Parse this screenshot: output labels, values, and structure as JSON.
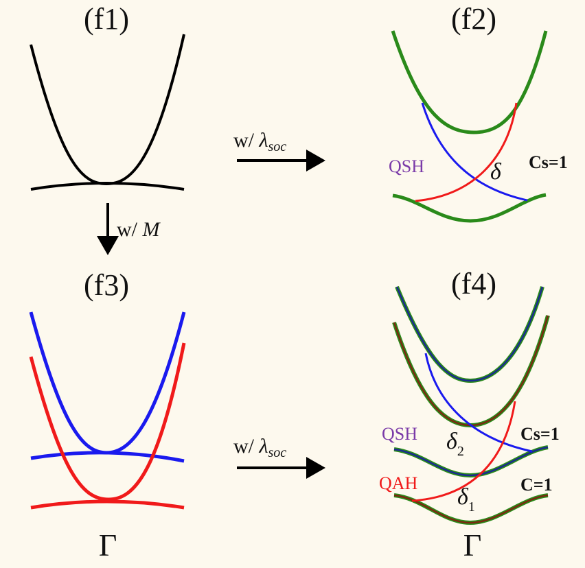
{
  "panels": {
    "f1": "(f1)",
    "f2": "(f2)",
    "f3": "(f3)",
    "f4": "(f4)"
  },
  "arrows": {
    "soc_prefix": "w/ ",
    "lambda": "λ",
    "soc_sub": "soc",
    "m_prefix": "w/ ",
    "m": "M"
  },
  "f2": {
    "qsh": "QSH",
    "delta": "δ",
    "cs": "Cs=1"
  },
  "f4": {
    "qsh": "QSH",
    "qah": "QAH",
    "delta": "δ",
    "d2": "2",
    "d1": "1",
    "cs": "Cs=1",
    "c": "C=1"
  },
  "gamma": "Γ",
  "colors": {
    "bg": "#fdf9ee",
    "blue": "#1a1aee",
    "red": "#f01a1a",
    "green": "#2a8a1a",
    "purple": "#7a3aa8",
    "brown": "#7a2a10"
  }
}
